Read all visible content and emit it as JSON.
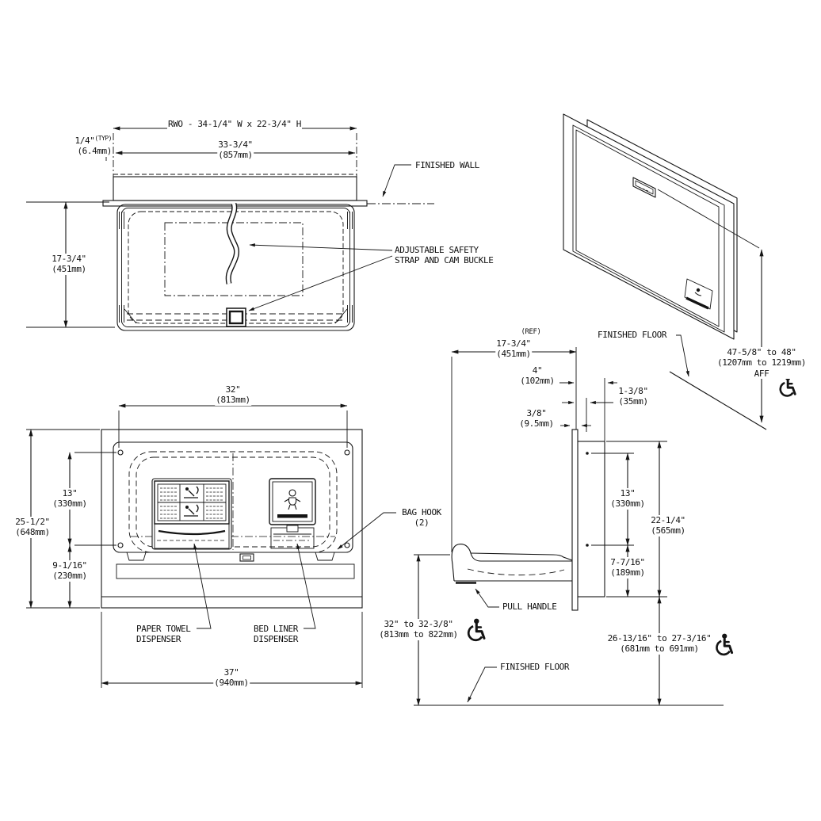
{
  "colors": {
    "ink": "#141414",
    "background": "#ffffff"
  },
  "icons": {
    "accessibility": "wheelchair-icon",
    "baby": "baby-figure-icon"
  },
  "top_view": {
    "rwo": "RWO - 34-1/4\" W x 22-3/4\" H",
    "width": {
      "in": "33-3/4\"",
      "mm": "(857mm)"
    },
    "offset": {
      "in": "1/4\"",
      "typ": "(TYP)",
      "mm": "(6.4mm)"
    },
    "depth": {
      "in": "17-3/4\"",
      "mm": "(451mm)"
    },
    "finished_wall": "FINISHED WALL",
    "strap_note": {
      "line1": "ADJUSTABLE SAFETY",
      "line2": "STRAP AND CAM BUCKLE"
    }
  },
  "front_view": {
    "opening_width": {
      "in": "32\"",
      "mm": "(813mm)"
    },
    "hole_spacing": {
      "in": "13\"",
      "mm": "(330mm)"
    },
    "overall_height": {
      "in": "25-1/2\"",
      "mm": "(648mm)"
    },
    "lower_height": {
      "in": "9-1/16\"",
      "mm": "(230mm)"
    },
    "overall_width": {
      "in": "37\"",
      "mm": "(940mm)"
    },
    "paper_towel": {
      "line1": "PAPER TOWEL",
      "line2": "DISPENSER"
    },
    "bed_liner": {
      "line1": "BED LINER",
      "line2": "DISPENSER"
    },
    "bag_hook": {
      "line1": "BAG HOOK",
      "line2": "(2)"
    }
  },
  "side_view": {
    "ref": "(REF)",
    "open_depth": {
      "in": "17-3/4\"",
      "mm": "(451mm)"
    },
    "recess_depth": {
      "in": "4\"",
      "mm": "(102mm)"
    },
    "wall_offset": {
      "in": "1-3/8\"",
      "mm": "(35mm)"
    },
    "flange_thickness": {
      "in": "3/8\"",
      "mm": "(9.5mm)"
    },
    "hole_spacing": {
      "in": "13\"",
      "mm": "(330mm)"
    },
    "box_height": {
      "in": "22-1/4\"",
      "mm": "(565mm)"
    },
    "lower_spacing": {
      "in": "7-7/16\"",
      "mm": "(189mm)"
    },
    "pull_handle": "PULL HANDLE",
    "surface_height": {
      "in": "32\" to 32-3/8\"",
      "mm": "(813mm to 822mm)"
    },
    "clearance_height": {
      "in": "26-13/16\" to 27-3/16\"",
      "mm": "(681mm to 691mm)"
    },
    "finished_floor": "FINISHED FLOOR"
  },
  "perspective_view": {
    "finished_floor": "FINISHED FLOOR",
    "mounting_height": {
      "line1": "47-5/8\" to 48\"",
      "line2": "(1207mm to 1219mm)",
      "line3": "AFF"
    }
  }
}
